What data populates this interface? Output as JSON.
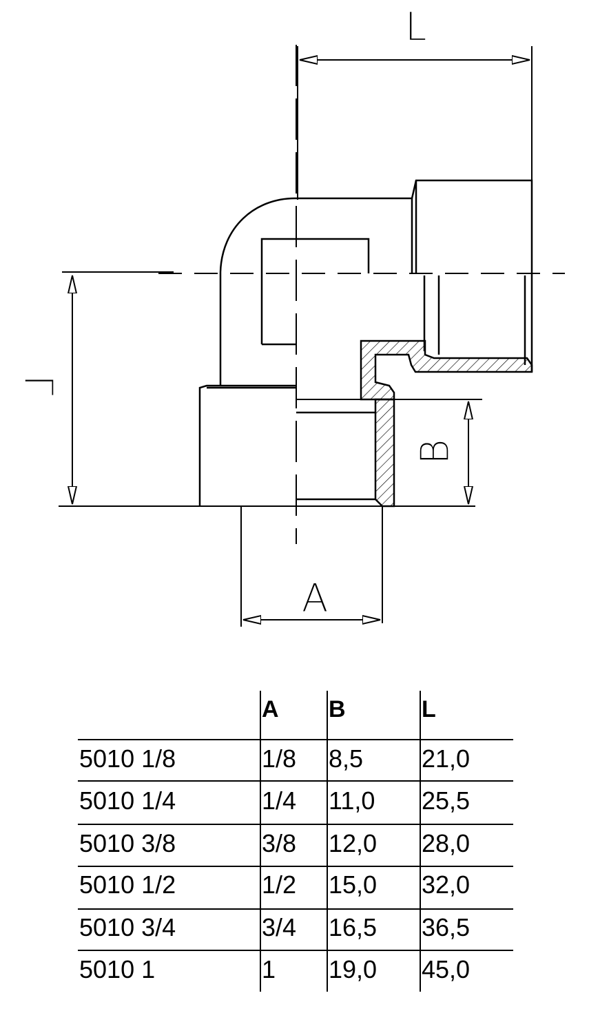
{
  "drawing": {
    "dimension_labels": {
      "top_length": "L",
      "left_length": "L",
      "thread_size": "A",
      "thread_depth": "B"
    }
  },
  "table": {
    "headers": [
      "",
      "A",
      "B",
      "L"
    ],
    "rows": [
      [
        "5010 1/8",
        "1/8",
        "8,5",
        "21,0"
      ],
      [
        "5010 1/4",
        "1/4",
        "11,0",
        "25,5"
      ],
      [
        "5010 3/8",
        "3/8",
        "12,0",
        "28,0"
      ],
      [
        "5010 1/2",
        "1/2",
        "15,0",
        "32,0"
      ],
      [
        "5010 3/4",
        "3/4",
        "16,5",
        "36,5"
      ],
      [
        "5010 1",
        "1",
        "19,0",
        "45,0"
      ]
    ]
  }
}
